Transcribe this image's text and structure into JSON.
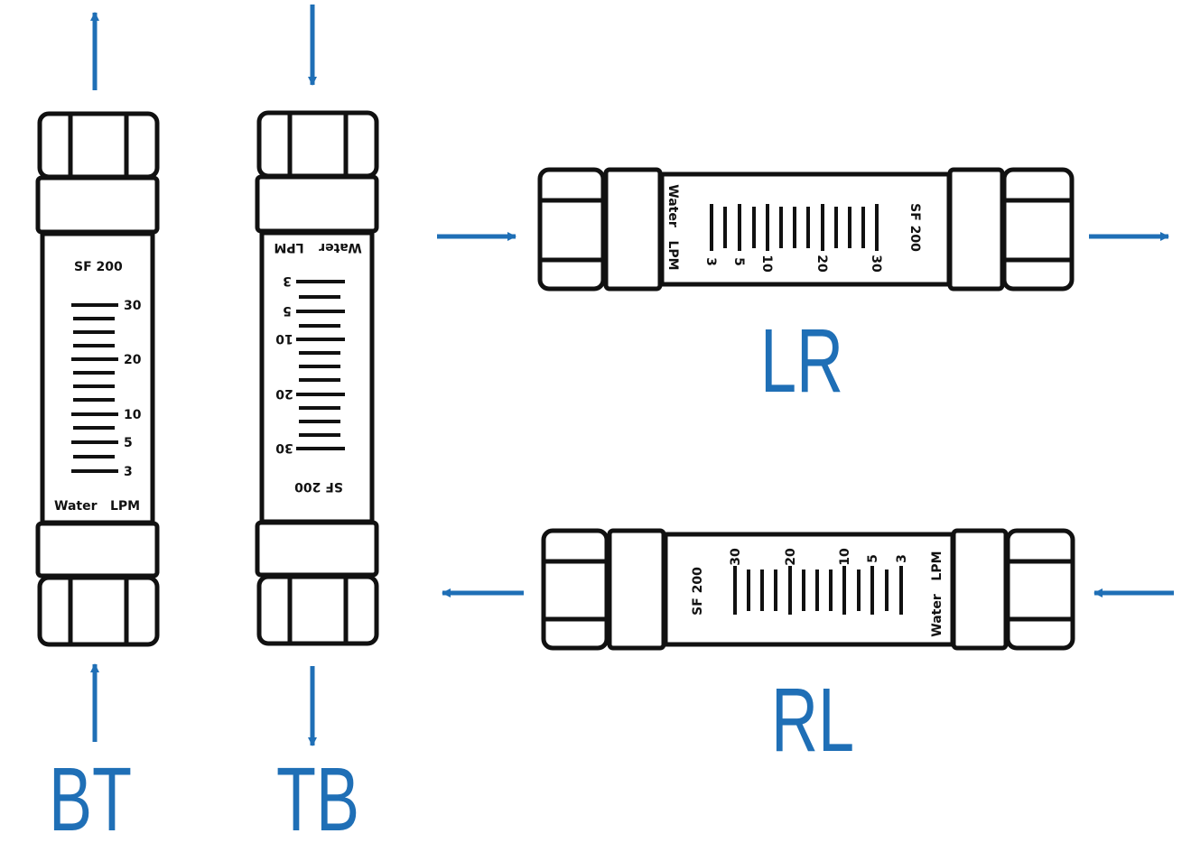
{
  "colors": {
    "arrow": "#1f6fb6",
    "outline": "#111111",
    "label": "#1f6fb6"
  },
  "meter": {
    "model": "SF 200",
    "fluid": "Water",
    "unit": "LPM",
    "scale": [
      "3",
      "5",
      "10",
      "20",
      "30"
    ]
  },
  "orientations": {
    "BT": {
      "label": "BT",
      "flow": "bottom-to-top"
    },
    "TB": {
      "label": "TB",
      "flow": "top-to-bottom"
    },
    "LR": {
      "label": "LR",
      "flow": "left-to-right"
    },
    "RL": {
      "label": "RL",
      "flow": "right-to-left"
    }
  }
}
